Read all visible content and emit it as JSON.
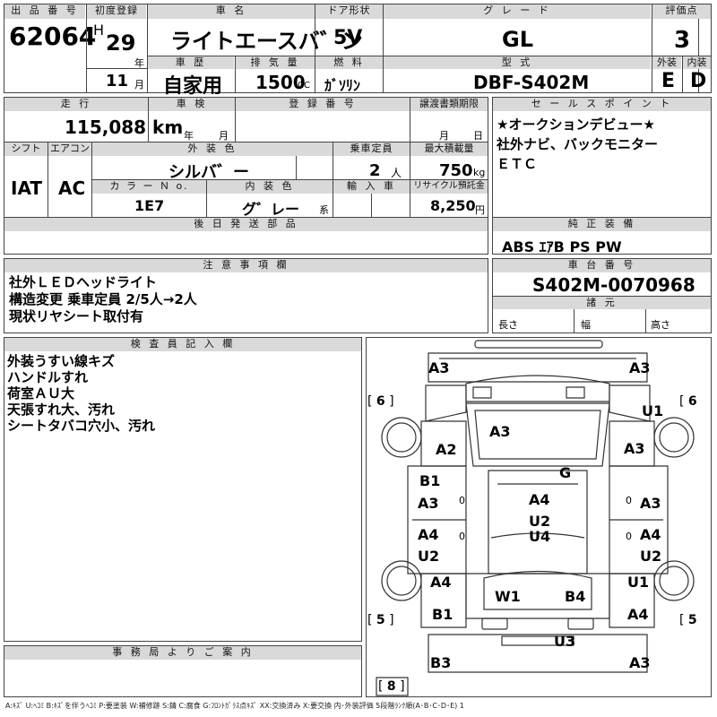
{
  "header": {
    "lot_label": "出 品 番 号",
    "lot_number": "62064",
    "first_reg_label": "初度登録",
    "era": "H",
    "year": "29",
    "year_unit": "年",
    "month": "11",
    "month_unit": "月",
    "car_name_label": "車 名",
    "car_name": "ライトエースバ゛ン",
    "door_label": "ドア形状",
    "door": "5V",
    "grade_label": "グ レ ー ド",
    "grade": "GL",
    "score_label": "評価点",
    "score": "3",
    "history_label": "車 歴",
    "history": "自家用",
    "displacement_label": "排 気 量",
    "displacement": "1500",
    "displacement_unit": "CC",
    "fuel_label": "燃 料",
    "fuel": "ｶﾞｿﾘﾝ",
    "model_label": "型 式",
    "model": "DBF-S402M",
    "exterior_label": "外装",
    "exterior": "E",
    "interior_label": "内装",
    "interior": "D"
  },
  "mid": {
    "mileage_label": "走 行",
    "mileage": "115,088 km",
    "inspection_label": "車 検",
    "inspection_year": "年",
    "inspection_month": "月",
    "reg_no_label": "登 録 番 号",
    "doc_deadline_label": "譲渡書類期限",
    "doc_month": "月",
    "doc_day": "日",
    "shift_label": "シフト",
    "shift": "IAT",
    "ac_label": "エアコン",
    "ac": "AC",
    "ext_color_label": "外 装 色",
    "ext_color": "シルバ゛ー",
    "capacity_label": "乗車定員",
    "capacity": "2",
    "capacity_unit": "人",
    "max_load_label": "最大積載量",
    "max_load": "750",
    "max_load_unit": "kg",
    "color_no_label": "カ ラ ー Ｎ o.",
    "color_no": "1E7",
    "int_color_label": "内 装 色",
    "int_color": "グ゛レー",
    "int_color_suffix": "系",
    "import_label": "輸 入 車",
    "recycle_label": "リサイクル預託金",
    "recycle": "8,250",
    "recycle_unit": "円",
    "later_parts_label": "後 日 発 送 部 品"
  },
  "sales_points": {
    "label": "セ ー ル ス ポ イ ン ト",
    "lines": [
      "★オークションデビュー★",
      "社外ナビ、バックモニター",
      "ＥＴＣ"
    ]
  },
  "equipment": {
    "label": "純 正 装 備",
    "value": "ABS ｴｱB PS PW"
  },
  "notes": {
    "label": "注 意 事 項 欄",
    "lines": [
      "社外ＬＥＤヘッドライト",
      "構造変更 乗車定員 2/5人→2人",
      "現状リヤシート取付有"
    ]
  },
  "chassis": {
    "label": "車 台 番 号",
    "value": "S402M-0070968",
    "spec_label": "諸 元",
    "length": "長さ",
    "width": "幅",
    "height": "高さ"
  },
  "inspector": {
    "label": "検 査 員 記 入 欄",
    "lines": [
      "外装うすい線キズ",
      "ハンドルすれ",
      "荷室ＡＵ大",
      "天張すれ大、汚れ",
      "シートタバコ穴小、汚れ"
    ]
  },
  "office": {
    "label": "事 務 局 よ り ご 案 内"
  },
  "diagram": {
    "codes": {
      "a3_tl": "A3",
      "a3_tr": "A3",
      "u1_r": "U1",
      "a3_hood": "A3",
      "a2_l": "A2",
      "a3_r": "A3",
      "b1_l": "B1",
      "g_c": "G",
      "a3_l2": "A3",
      "a4_c": "A4",
      "a3_r2": "A3",
      "u2_c": "U2",
      "a4_l": "A4",
      "u4_c": "U4",
      "a4_r": "A4",
      "u2_l": "U2",
      "u2_r": "U2",
      "a4_l2": "A4",
      "u1_r2": "U1",
      "w1_c": "W1",
      "b4_c": "B4",
      "b1_l2": "B1",
      "a4_r2": "A4",
      "u3_c": "U3",
      "b3_l": "B3",
      "a3_br": "A3"
    },
    "tires": {
      "fl": "6",
      "fr": "6",
      "rl": "5",
      "rr": "5",
      "spare": "8"
    },
    "small": {
      "o1": "0",
      "o2": "0",
      "o3": "0",
      "o4": "0"
    }
  },
  "legend": "A:ｷｽﾞ U:ﾍｺﾐ B:ｷｽﾞを伴うﾍｺﾐ P:要塗装 W:補修跡 S:錆 C:腐食 G:ﾌﾛﾝﾄｶﾞﾗｽ点ｷｽﾞ XX:交換済み X:要交換 内･外装評価 5段階ﾗﾝｸ順(A･B･C･D･E) 1"
}
